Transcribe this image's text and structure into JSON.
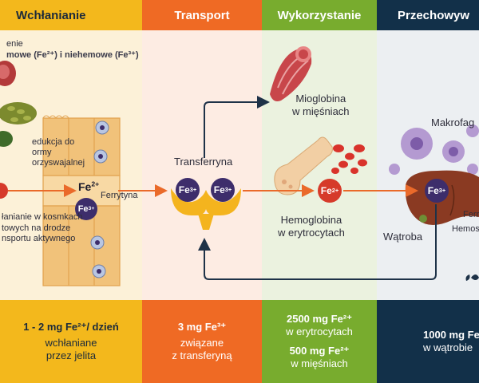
{
  "headers": {
    "absorption": "Wchłanianie",
    "transport": "Transport",
    "usage": "Wykorzystanie",
    "storage": "Przechowyw"
  },
  "absorption": {
    "top_line1": "enie",
    "top_line2": "mowe (Fe²⁺) i niehemowe (Fe³⁺)",
    "reduction": [
      "edukcja do",
      "ormy",
      "orzyswajalnej"
    ],
    "fe_label": "Fe",
    "fe_sup": "2+",
    "fe3": "Fe",
    "fe3_sup": "3+",
    "ferrytyna": "Ferrytyna",
    "absorption_note": [
      "łanianie w kosmkach",
      "towych na drodze",
      "nsportu aktywnego"
    ]
  },
  "transport": {
    "title": "Transferryna",
    "fe_a": "Fe",
    "fe_a_sup": "3+",
    "fe_b": "Fe",
    "fe_b_sup": "3+"
  },
  "usage": {
    "myoglobin": [
      "Mioglobina",
      "w mięśniach"
    ],
    "hemoglobin": [
      "Hemoglobina",
      "w erytrocytach"
    ],
    "fe": "Fe",
    "fe_sup": "2+"
  },
  "storage": {
    "macrophage": "Makrofag",
    "fe": "Fe",
    "fe_sup": "3+",
    "ferr": "Ferr",
    "hemos": "Hemos",
    "liver": "Wątroba"
  },
  "footer": {
    "absorption": {
      "amount": "1 - 2 mg Fe²⁺/ dzień",
      "line2": "wchłaniane",
      "line3": "przez jelita"
    },
    "transport": {
      "amount": "3 mg Fe³⁺",
      "line2": "związane",
      "line3": "z transferyną"
    },
    "usage": {
      "amount1": "2500 mg Fe²⁺",
      "line2": "w erytrocytach",
      "amount2": "500 mg Fe²⁺",
      "line4": "w mięśniach"
    },
    "storage": {
      "amount": "1000 mg Fe",
      "line2": "w wątrobie"
    }
  },
  "colors": {
    "absorption": "#f3b81c",
    "transport": "#ef6a24",
    "usage": "#78ac2e",
    "storage": "#123049",
    "iron_purple": "#3d2d6b",
    "iron_red": "#d63a2a",
    "arrow_orange": "#ea6a2a",
    "arrow_navy": "#1e3248"
  }
}
